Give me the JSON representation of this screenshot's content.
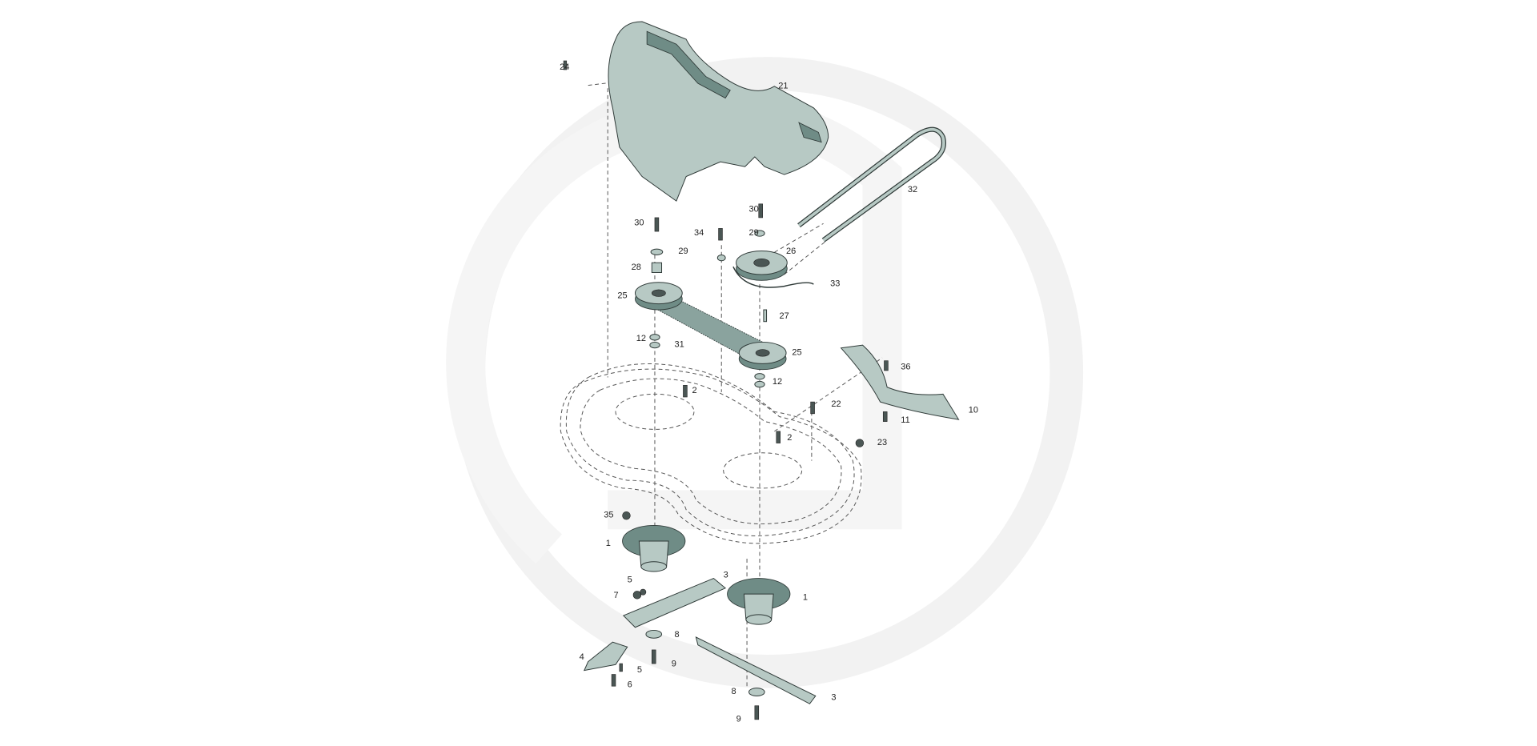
{
  "diagram": {
    "title": "Mower deck exploded parts diagram",
    "colors": {
      "part_fill": "#b7c9c4",
      "part_dark": "#6f8c86",
      "outline": "#2f3a38",
      "watermark": "#f2f2f2"
    },
    "labels": [
      "24",
      "21",
      "32",
      "30",
      "30",
      "34",
      "29",
      "29",
      "26",
      "28",
      "33",
      "25",
      "27",
      "12",
      "31",
      "25",
      "12",
      "36",
      "2",
      "22",
      "10",
      "11",
      "2",
      "23",
      "35",
      "1",
      "3",
      "5",
      "7",
      "1",
      "8",
      "4",
      "9",
      "5",
      "6",
      "8",
      "3",
      "9"
    ]
  }
}
